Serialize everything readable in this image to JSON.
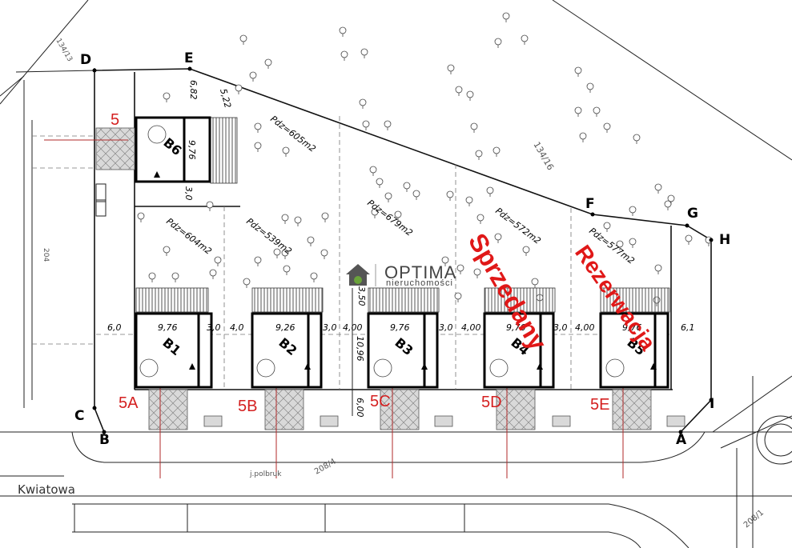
{
  "corners": {
    "D": "D",
    "E": "E",
    "F": "F",
    "G": "G",
    "H": "H",
    "I": "I",
    "A": "A",
    "B": "B",
    "C": "C"
  },
  "parcel_refs": {
    "top_left": "134/13",
    "top_right": "134/16",
    "left": "204",
    "road": "208/4",
    "bottom_right": "208/1"
  },
  "street": {
    "name": "Kwiatowa",
    "paving": "j.polbruk"
  },
  "areas": [
    {
      "id": "b6",
      "text": "Pdz=605m2"
    },
    {
      "id": "b1",
      "text": "Pdz=604m2"
    },
    {
      "id": "b2",
      "text": "Pdz=539m2"
    },
    {
      "id": "b3",
      "text": "Pdz=679m2"
    },
    {
      "id": "b4",
      "text": "Pdz=572m2"
    },
    {
      "id": "b5",
      "text": "Pdz=577m2"
    }
  ],
  "buildings": [
    "B6",
    "B1",
    "B2",
    "B3",
    "B4",
    "B5"
  ],
  "plots": [
    "5",
    "5A",
    "5B",
    "5C",
    "5D",
    "5E"
  ],
  "dimensions": {
    "top": [
      "6,82",
      "5,22",
      "9,76",
      "3,0"
    ],
    "row": [
      "6,0",
      "9,76",
      "3,0",
      "4,0",
      "9,26",
      "3,0",
      "4,00",
      "9,76",
      "3,0",
      "4,00",
      "9,76",
      "3,0",
      "4,00",
      "9,76",
      "6,1"
    ],
    "vertical": [
      "3,50",
      "10,96",
      "6,00"
    ]
  },
  "logo": {
    "name": "OPTIMA",
    "tagline": "nieruchomości"
  },
  "stamps": {
    "sold": "Sprzedany",
    "reserved": "Rezerwacja"
  }
}
